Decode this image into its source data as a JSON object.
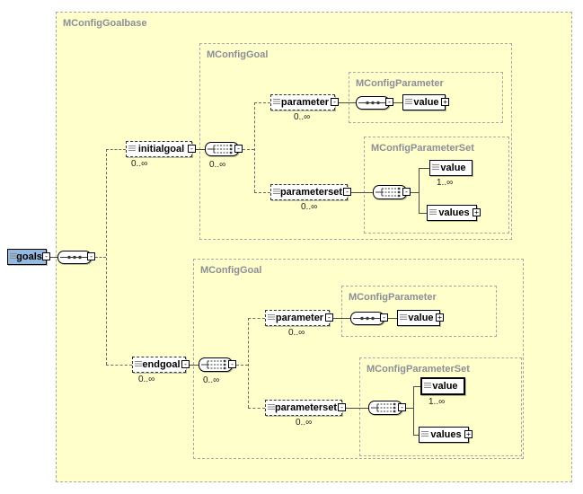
{
  "diagram_type": "xml-schema-content-model",
  "colors": {
    "container_fill": "#ffffcc",
    "selected_fill": "#94b8de"
  },
  "groups": {
    "goalbase": "MConfigGoalbase",
    "goal_top": "MConfigGoal",
    "param_top": "MConfigParameter",
    "paramset_top": "MConfigParameterSet",
    "goal_bottom": "MConfigGoal",
    "param_bottom": "MConfigParameter",
    "paramset_bottom": "MConfigParameterSet"
  },
  "nodes": {
    "goals": {
      "label": "goals"
    },
    "initialgoal": {
      "label": "initialgoal",
      "occurs": "0..∞"
    },
    "choice_initial": {
      "occurs": "0..∞"
    },
    "parameter_top": {
      "label": "parameter",
      "occurs": "0..∞"
    },
    "value_param_top": {
      "label": "value"
    },
    "parameterset_top": {
      "label": "parameterset",
      "occurs": "0..∞"
    },
    "value_set_top": {
      "label": "value",
      "occurs": "1..∞"
    },
    "values_top": {
      "label": "values"
    },
    "endgoal": {
      "label": "endgoal",
      "occurs": "0..∞"
    },
    "choice_end": {
      "occurs": "0..∞"
    },
    "parameter_bottom": {
      "label": "parameter",
      "occurs": "0..∞"
    },
    "value_param_bottom": {
      "label": "value"
    },
    "parameterset_bottom": {
      "label": "parameterset",
      "occurs": "0..∞"
    },
    "value_set_bottom": {
      "label": "value",
      "occurs": "1..∞"
    },
    "values_bottom": {
      "label": "values"
    }
  },
  "icons": {
    "plus": "+",
    "minus": "-"
  }
}
